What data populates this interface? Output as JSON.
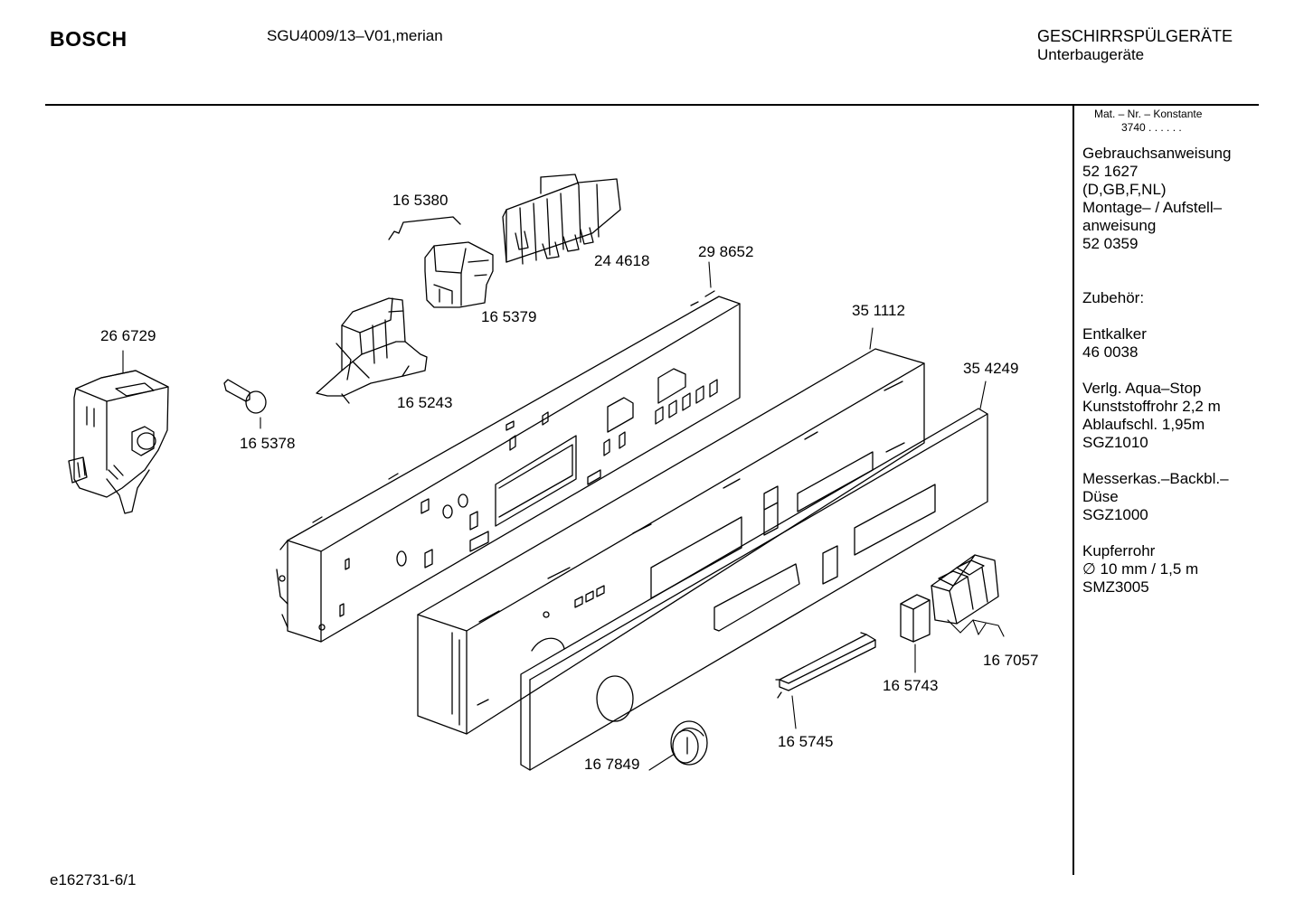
{
  "header": {
    "brand": "BOSCH",
    "model": "SGU4009/13–V01,merian",
    "category_line1": "GESCHIRRSPÜLGERÄTE",
    "category_line2": "Unterbaugeräte"
  },
  "sidebar": {
    "mat_header": "Mat. – Nr. – Konstante",
    "mat_value": "3740 . .   . . . .",
    "lines": [
      "Gebrauchsanweisung",
      "52 1627",
      "(D,GB,F,NL)",
      "Montage– / Aufstell–",
      "anweisung",
      "52 0359",
      "",
      "",
      "Zubehör:",
      "",
      "Entkalker",
      "46 0038",
      "",
      "Verlg. Aqua–Stop",
      "Kunststoffrohr 2,2 m",
      "Ablaufschl. 1,95m",
      "SGZ1010",
      "",
      "Messerkas.–Backbl.–",
      "Düse",
      "SGZ1000",
      "",
      "Kupferrohr",
      "∅ 10 mm / 1,5 m",
      "SMZ3005"
    ]
  },
  "parts": [
    "16 5380",
    "24 4618",
    "29 8652",
    "16 5379",
    "35 1112",
    "26 6729",
    "35 4249",
    "16 5243",
    "16 5378",
    "16 7057",
    "16 5743",
    "16 5745",
    "16 7849"
  ],
  "footer": {
    "code": "e162731-6/1"
  }
}
